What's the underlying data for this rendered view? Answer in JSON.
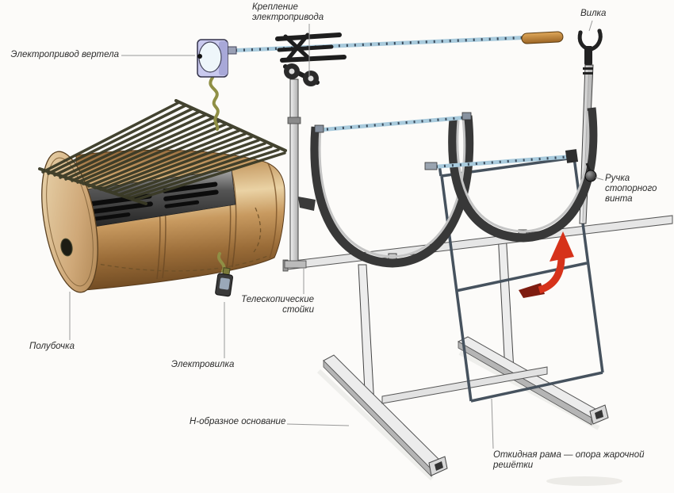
{
  "figure": {
    "labels": {
      "spit_drive": "Электропривод вертела",
      "drive_mount": "Крепление\nэлектропривода",
      "fork": "Вилка",
      "stop_screw_handle": "Ручка\nстопорного\nвинта",
      "telescopic_stands": "Телескопические\nстойки",
      "electric_plug": "Электровилка",
      "half_barrel": "Полубочка",
      "h_base": "Н-образное основание",
      "folding_frame": "Откидная рама — опора жарочной решётки"
    },
    "colors": {
      "barrel_copper": "#b98a52",
      "arrow_red": "#d6321a",
      "spit_rod_blue": "#a9cbdd",
      "cord_olive": "#8f8f45",
      "handle_wood": "#c8903f",
      "frame_steel": "#46525e",
      "cradle_dark": "#383838"
    }
  }
}
